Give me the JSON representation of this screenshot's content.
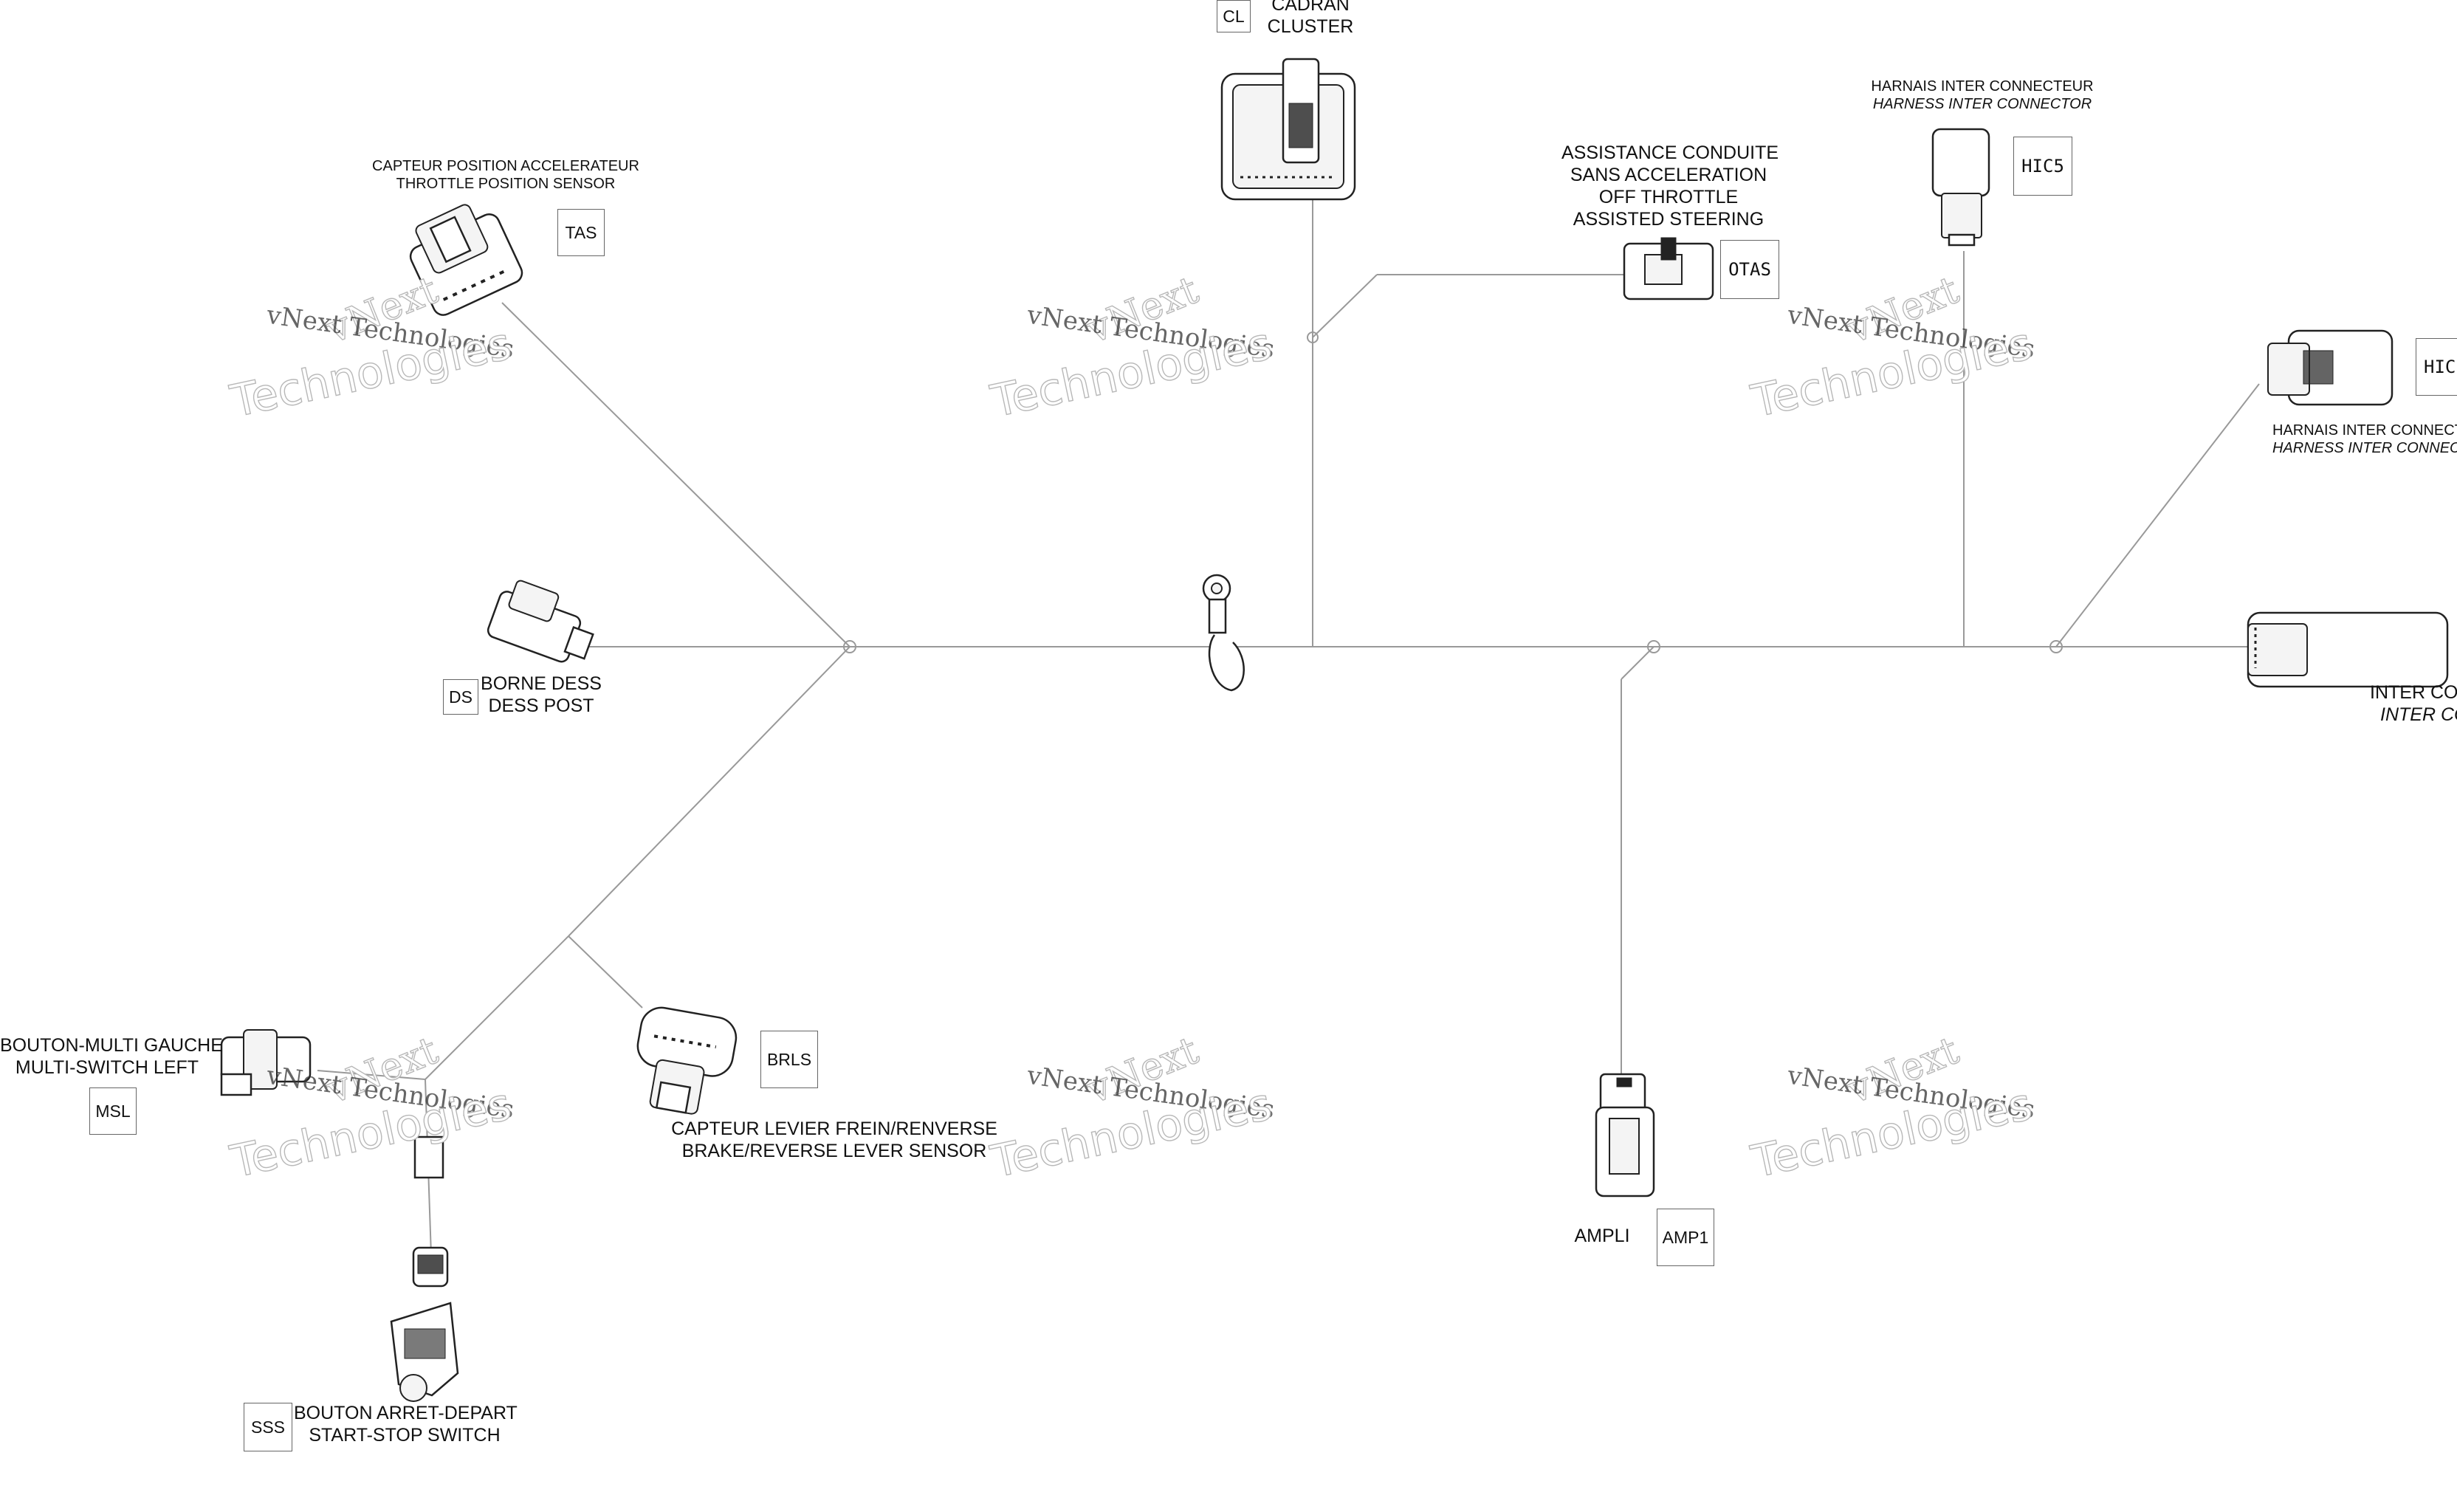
{
  "watermark": {
    "line1": "vNext",
    "line2": "vNext Technologies",
    "line3": "Technologies"
  },
  "connectors": {
    "cl": {
      "code": "CL",
      "fr": "CADRAN",
      "en": "CLUSTER"
    },
    "tas": {
      "code": "TAS",
      "fr": "CAPTEUR POSITION ACCELERATEUR",
      "en": "THROTTLE POSITION SENSOR"
    },
    "otas": {
      "code": "OTAS",
      "fr1": "ASSISTANCE CONDUITE",
      "fr2": "SANS ACCELERATION",
      "en1": "OFF THROTTLE",
      "en2": "ASSISTED STEERING"
    },
    "hic5": {
      "code": "HIC5",
      "fr": "HARNAIS INTER CONNECTEUR",
      "en": "HARNESS INTER CONNECTOR"
    },
    "hic": {
      "code": "HIC",
      "fr": "HARNAIS INTER CONNECTE",
      "en": "HARNESS INTER CONNECT"
    },
    "ic": {
      "fr": "INTER CO",
      "en": "INTER CO"
    },
    "ds": {
      "code": "DS",
      "fr": "BORNE DESS",
      "en": "DESS POST"
    },
    "msl": {
      "code": "MSL",
      "fr": "BOUTON-MULTI GAUCHE",
      "en": "MULTI-SWITCH LEFT"
    },
    "brls": {
      "code": "BRLS",
      "fr": "CAPTEUR LEVIER FREIN/RENVERSE",
      "en": "BRAKE/REVERSE LEVER SENSOR"
    },
    "amp1": {
      "code": "AMP1",
      "name": "AMPLI"
    },
    "sss": {
      "code": "SSS",
      "fr": "BOUTON ARRET-DEPART",
      "en": "START-STOP SWITCH"
    }
  }
}
